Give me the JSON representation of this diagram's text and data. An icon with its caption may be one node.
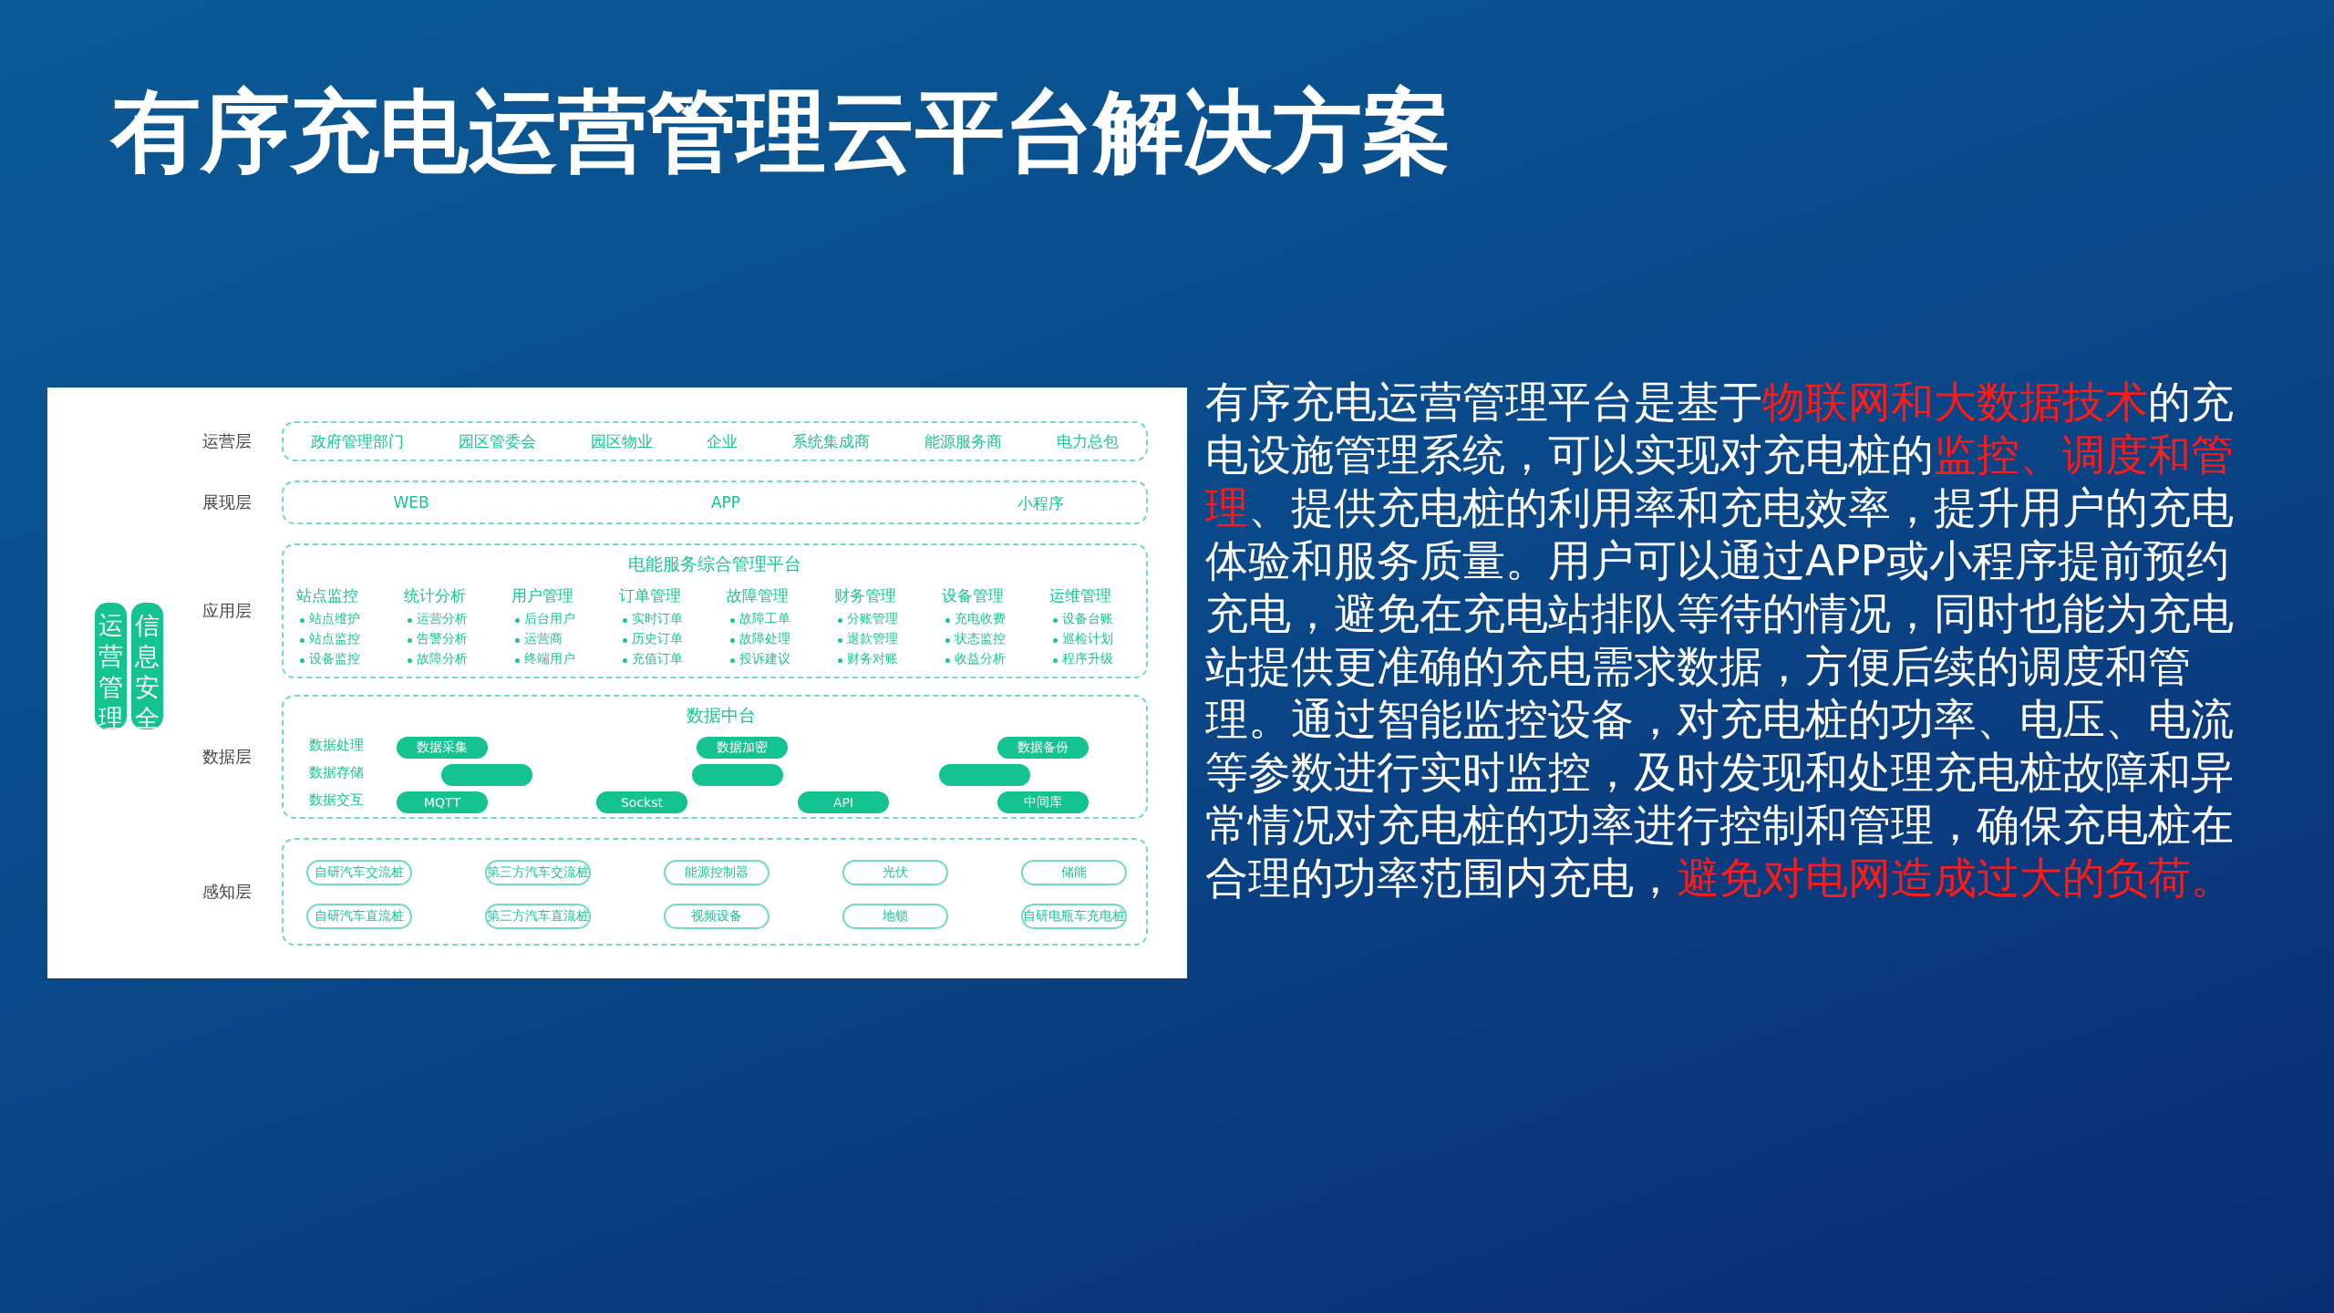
{
  "diagram": {
    "title": "有序充电运营管理云平台解决方案",
    "nodes": [
      {
        "text": [
          "运营管理"
        ]
      },
      {
        "text": [
          "信息安全"
        ]
      },
      {
        "text": [
          "政府管理部门",
          "园区管委会",
          "园区物业",
          "企业",
          "系统集成商",
          "能源服务商",
          "电力总包"
        ],
        "beside": [
          "运营层"
        ]
      },
      {
        "text": [
          "WEB",
          "APP",
          "小程序"
        ],
        "beside": [
          "展现层"
        ]
      },
      {
        "text": [
          "电能服务综合管理平台",
          "站点监控",
          "站点维护",
          "站点监控",
          "设备监控",
          "统计分析",
          "运营分析",
          "告警分析",
          "故障分析",
          "用户管理",
          "后台用户",
          "运营商",
          "终端用户",
          "订单管理",
          "实时订单",
          "历史订单",
          "充值订单",
          "故障管理",
          "故障工单",
          "故障处理",
          "投诉建议",
          "财务管理",
          "分账管理",
          "退款管理",
          "财务对账",
          "设备管理",
          "充电收费",
          "状态监控",
          "收益分析",
          "运维管理",
          "设备台账",
          "巡检计划",
          "程序升级"
        ],
        "beside": [
          "应用层"
        ]
      },
      {
        "text": [
          "数据中台",
          "数据处理",
          "数据存储",
          "数据交互"
        ],
        "beside": [
          "数据层"
        ]
      },
      {
        "text": [
          "数据采集"
        ],
        "in": 5
      },
      {
        "text": [
          "数据加密"
        ],
        "in": 5
      },
      {
        "text": [
          "数据备份"
        ],
        "in": 5
      },
      {
        "text": [],
        "shape": "box",
        "in": 5
      },
      {
        "text": [],
        "shape": "box",
        "in": 5
      },
      {
        "text": [],
        "shape": "box",
        "in": 5
      },
      {
        "text": [
          "MQTT"
        ],
        "in": 5
      },
      {
        "text": [
          "Sockst"
        ],
        "in": 5
      },
      {
        "text": [
          "API"
        ],
        "in": 5
      },
      {
        "text": [
          "中间库"
        ],
        "in": 5
      },
      {
        "text": [],
        "shape": "box",
        "beside": [
          "感知层"
        ]
      },
      {
        "text": [
          "自研汽车交流桩"
        ],
        "in": 16
      },
      {
        "text": [
          "第三方汽车交流桩"
        ],
        "in": 16
      },
      {
        "text": [
          "能源控制器"
        ],
        "in": 16
      },
      {
        "text": [
          "光伏"
        ],
        "in": 16
      },
      {
        "text": [
          "储能"
        ],
        "in": 16
      },
      {
        "text": [
          "自研汽车直流桩"
        ],
        "in": 16
      },
      {
        "text": [
          "第三方汽车直流桩"
        ],
        "in": 16
      },
      {
        "text": [
          "视频设备"
        ],
        "in": 16
      },
      {
        "text": [
          "地锁"
        ],
        "in": 16
      },
      {
        "text": [
          "自研电瓶车充电桩"
        ],
        "in": 16
      }
    ],
    "labels": [
      "有序充电运营管理平台是基于",
      "物联网和大数据技术",
      "的充电设施管理系统，可以实现对充电桩的",
      "监控、调度和管理",
      "、提供充电桩的利用率和充电效率，提升用户的充电体验和服务质量。用户可以通过APP或小程序提前预约充电，避免在充电站排队等待的情况，同时也能为充电站提供更准确的充电需求数据，方便后续的调度和管理。通过智能监控设备，对充电桩的功率、电压、电流等参数进行实时监控，及时发现和处理充电桩故障和异常情况对充电桩的功率进行控制和管理，确保充电桩在合理的功率范围内充电，",
      "避免对电网造成过大的负荷。"
    ]
  }
}
